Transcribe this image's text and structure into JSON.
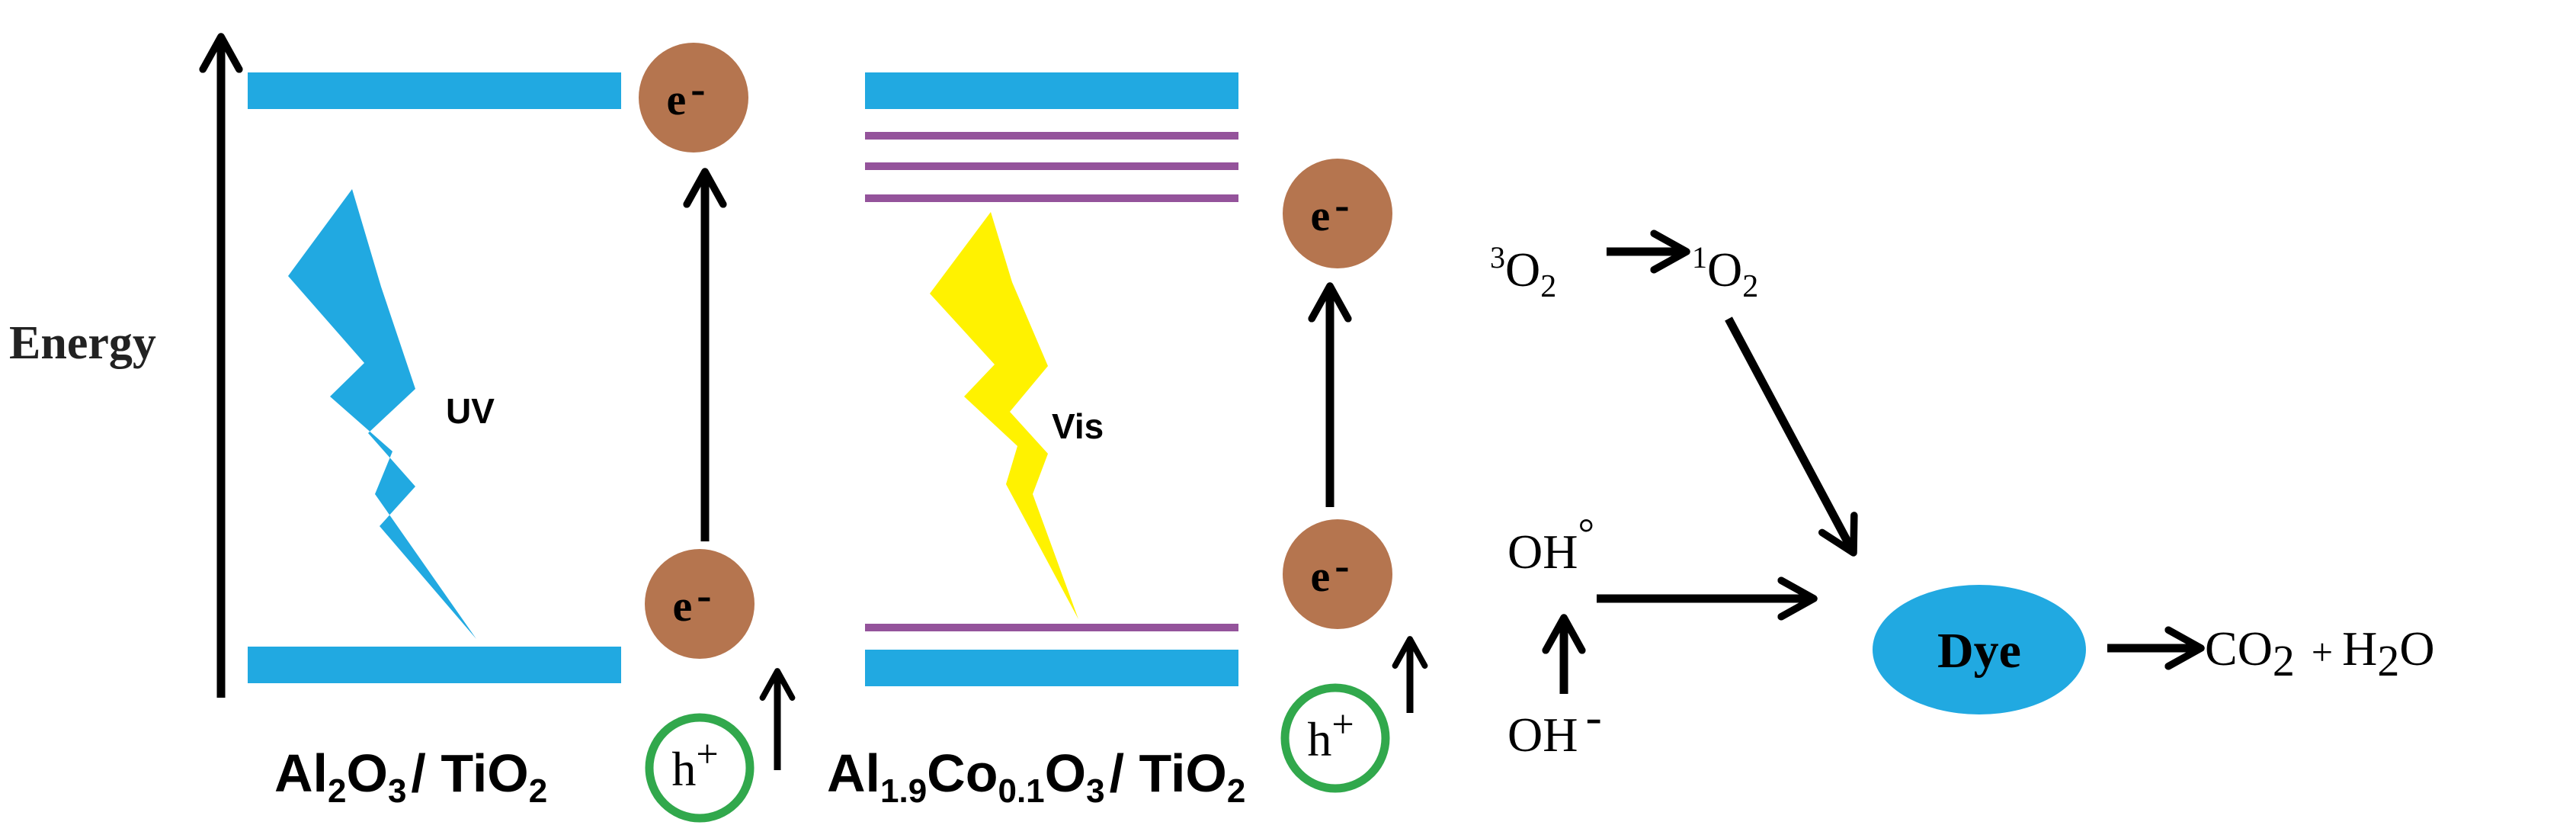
{
  "colors": {
    "band": "#21a9e1",
    "defect": "#94539b",
    "electron": "#b5754f",
    "hole_ring": "#31a84c",
    "uv_bolt": "#21a9e1",
    "vis_bolt": "#fff200",
    "dye": "#21a9e1",
    "arrow": "#000000",
    "background": "#ffffff"
  },
  "axis": {
    "label": "Energy"
  },
  "left_panel": {
    "light_label": "UV",
    "material": {
      "base": "Al",
      "sub1": "2",
      "mid": "O",
      "sub2": "3",
      "tail": "/ TiO",
      "sub3": "2"
    },
    "electron_label": "e",
    "charge_minus": "-",
    "hole_label": "h",
    "charge_plus": "+"
  },
  "right_panel": {
    "light_label": "Vis",
    "material": {
      "base": "Al",
      "sub1": "1.9",
      "mid": "Co",
      "sub2": "0.1",
      "mid2": "O",
      "sub3": "3",
      "tail": "/ TiO",
      "sub4": "2"
    },
    "electron_label": "e",
    "charge_minus": "-",
    "hole_label": "h",
    "charge_plus": "+"
  },
  "reactions": {
    "triplet_sup": "3",
    "singlet_sup": "1",
    "oxygen": "O",
    "oxygen_sub": "2",
    "hydroxyl_radical": "OH",
    "radical_mark": "°",
    "hydroxide": "OH",
    "hydroxide_charge": "-",
    "dye": "Dye",
    "co2": "CO",
    "co2_sub": "2",
    "plus": "+",
    "water_h": "H",
    "water_sub": "2",
    "water_o": "O"
  }
}
